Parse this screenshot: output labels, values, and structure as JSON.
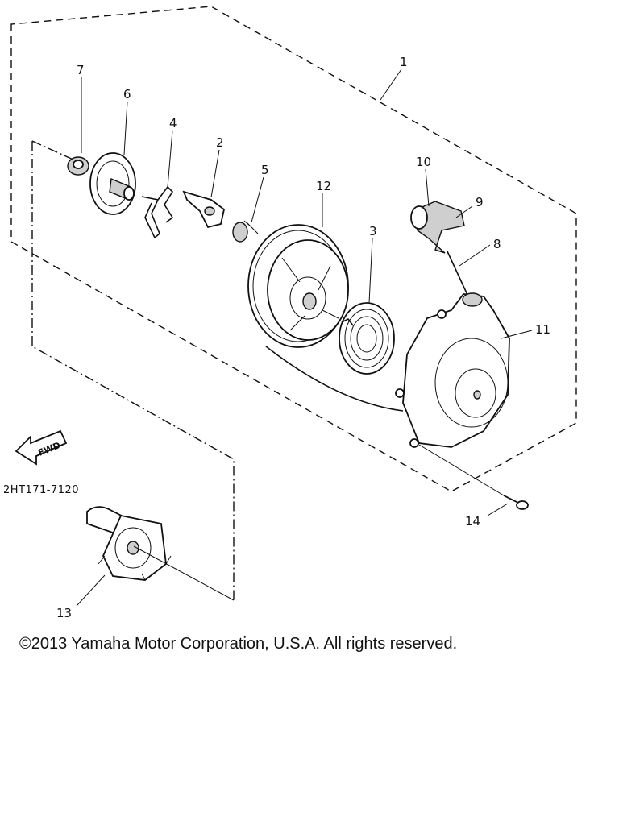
{
  "callouts": [
    "1",
    "2",
    "3",
    "4",
    "5",
    "6",
    "7",
    "8",
    "9",
    "10",
    "11",
    "12",
    "13",
    "14"
  ],
  "part_code": "2HT171-7120",
  "fwd_label": "FWD",
  "copyright": "©2013 Yamaha Motor Corporation, U.S.A. All rights reserved."
}
